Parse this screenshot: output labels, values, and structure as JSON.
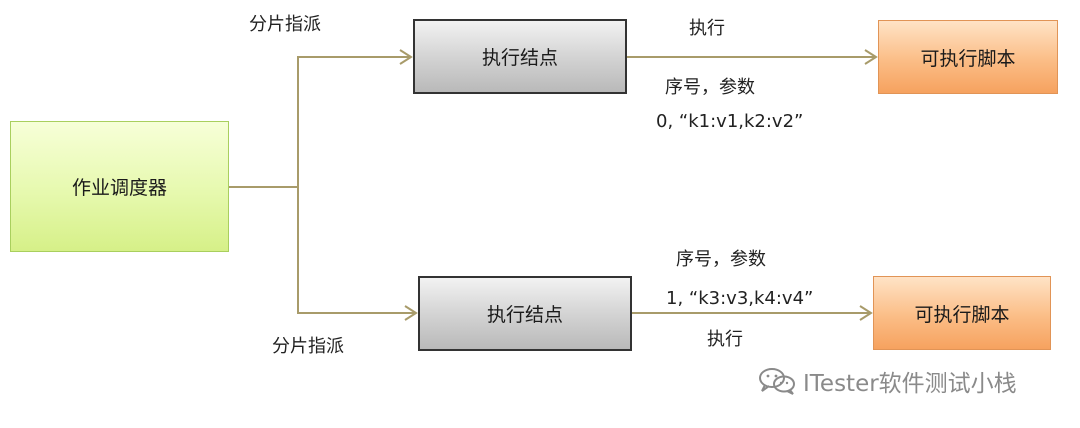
{
  "diagram": {
    "scheduler": "作业调度器",
    "dispatch_top": "分片指派",
    "dispatch_bottom": "分片指派",
    "node_top": "执行结点",
    "node_bottom": "执行结点",
    "script_top": "可执行脚本",
    "script_bottom": "可执行脚本",
    "exec_top": "执行",
    "exec_bottom": "执行",
    "params_header_top": "序号，参数",
    "params_value_top": "0,   “k1:v1,k2:v2”",
    "params_header_bottom": "序号，参数",
    "params_value_bottom": "1,   “k3:v3,k4:v4”"
  },
  "watermark": {
    "text": "ITester软件测试小栈",
    "icon": "wechat-icon"
  },
  "colors": {
    "connector": "#a89b6a",
    "scheduler_fill": "#e6f9ae",
    "node_fill": "#d4d4d4",
    "script_fill": "#fbbd86"
  }
}
